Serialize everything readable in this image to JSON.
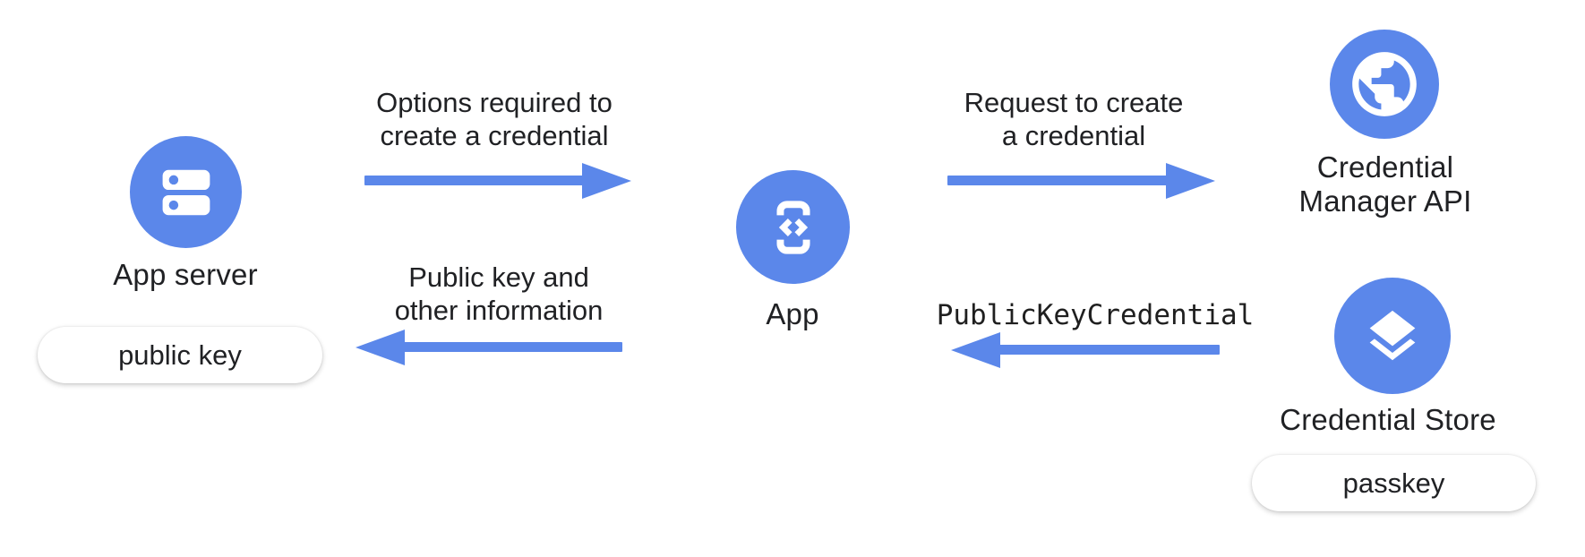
{
  "diagram": {
    "colors": {
      "accent_blue": "#5B87EA",
      "text": "#202124",
      "canvas_background": "#FFFFFF",
      "pill_background": "#FFFFFF"
    },
    "nodes": {
      "app_server": {
        "label": "App server",
        "icon": "server-icon",
        "pill_label": "public key"
      },
      "app": {
        "label": "App",
        "icon": "phone-code-icon"
      },
      "credential_manager_api": {
        "label_line1": "Credential",
        "label_line2": "Manager API",
        "icon": "globe-icon"
      },
      "credential_store": {
        "label": "Credential Store",
        "icon": "layers-icon",
        "pill_label": "passkey"
      }
    },
    "arrows": {
      "options": {
        "direction": "right",
        "label_line1": "Options required to",
        "label_line2": "create a credential"
      },
      "public_key_info": {
        "direction": "left",
        "label_line1": "Public key and",
        "label_line2": "other information"
      },
      "request_create": {
        "direction": "right",
        "label_line1": "Request to create",
        "label_line2": "a credential"
      },
      "public_key_credential": {
        "direction": "left",
        "label": "PublicKeyCredential",
        "label_style": "monospace"
      }
    }
  }
}
